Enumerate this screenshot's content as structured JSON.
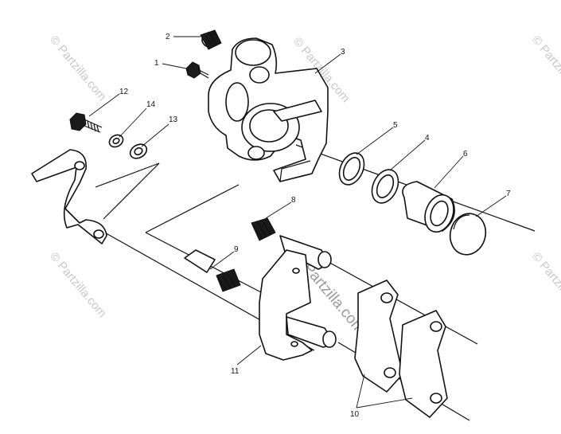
{
  "watermark": "© Partzilla.com",
  "callouts": {
    "c1": "1",
    "c2": "2",
    "c3": "3",
    "c4": "4",
    "c5": "5",
    "c6": "6",
    "c7": "7",
    "c8": "8",
    "c9": "9",
    "c10": "10",
    "c11": "11",
    "c12": "12",
    "c13": "13",
    "c14": "14"
  }
}
